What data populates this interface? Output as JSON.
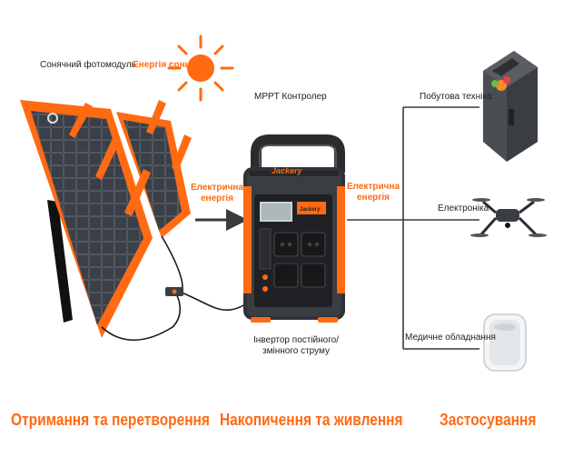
{
  "labels": {
    "solar_module": "Сонячний фотомодуль",
    "solar_energy": "Енергія сонця",
    "mppt": "MPPT Контролер",
    "electric_energy_in_line1": "Електрична",
    "electric_energy_in_line2": "енергія",
    "electric_energy_out_line1": "Електрична",
    "electric_energy_out_line2": "енергія",
    "inverter_line1": "Інвертор постійного/",
    "inverter_line2": "змінного струму",
    "household": "Побутова техніка",
    "electronics": "Електроніка",
    "medical": "Медичне обладнання"
  },
  "device": {
    "brand": "Jackery",
    "panel_brand": "Jackery"
  },
  "stages": {
    "receive": "Отримання та перетворення",
    "store": "Накопичення та живлення",
    "use": "Застосування"
  },
  "colors": {
    "accent": "#ff6a13",
    "panel_cell": "#2b2f36",
    "station_body": "#3a3d42"
  },
  "icons": [
    "sun-icon",
    "solar-panel-icon",
    "power-station-icon",
    "fridge-icon",
    "drone-icon",
    "medical-device-icon",
    "arrow-icon"
  ]
}
